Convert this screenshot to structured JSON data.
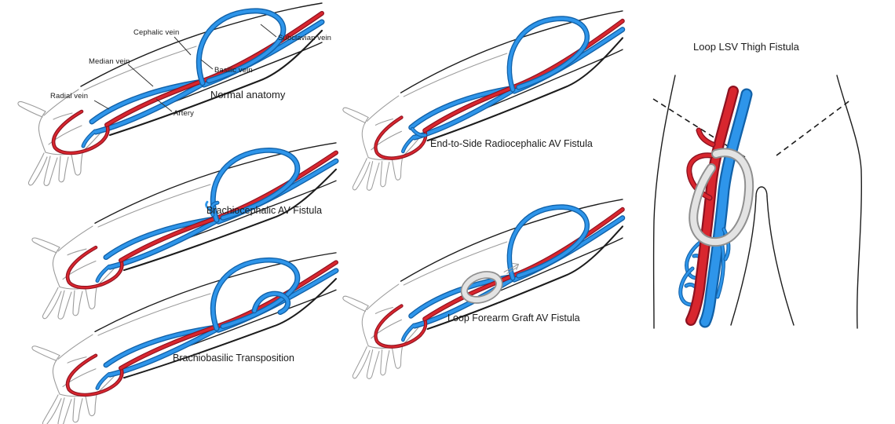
{
  "colors": {
    "artery_red": "#D8262E",
    "artery_outline": "#8E1220",
    "vein_blue": "#2E95EA",
    "vein_outline": "#1161A8",
    "graft_gray": "#E3E3E3",
    "graft_outline": "#8F8F8F",
    "line_black": "#1c1c1c",
    "sketch_gray": "#9b9b9b",
    "leader_line": "#333333"
  },
  "icons": {
    "sketch_arrow_icon": "small hand-drawn arrow pointing to graft"
  },
  "panels": {
    "normal": {
      "caption": "Normal anatomy",
      "labels": {
        "cephalic": "Cephalic vein",
        "median": "Median vein",
        "radial": "Radial vein",
        "subclavian": "Subclavian vein",
        "basilic": "Basilic vein",
        "artery": "Artery"
      }
    },
    "brachiocephalic": {
      "caption": "Brachiocephalic AV Fistula"
    },
    "brachiobasilic": {
      "caption": "Brachiobasilic Transposition"
    },
    "radiocephalic": {
      "caption": "End-to-Side Radiocephalic AV Fistula"
    },
    "loop_forearm": {
      "caption": "Loop Forearm Graft AV Fistula"
    },
    "thigh": {
      "caption": "Loop LSV Thigh Fistula"
    }
  }
}
